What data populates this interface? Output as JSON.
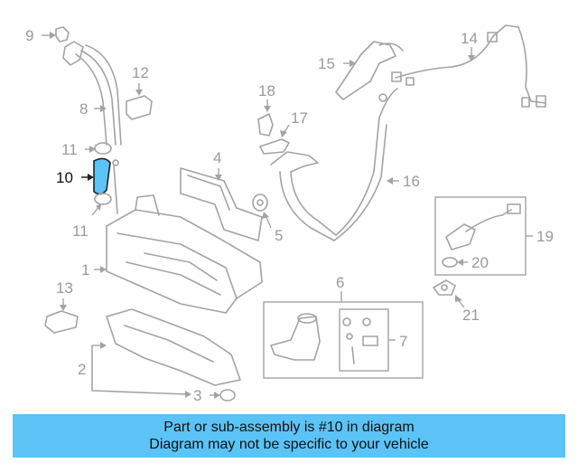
{
  "highlight_color": "#5bc3f5",
  "highlighted_part": "10",
  "callouts": [
    {
      "id": "c1",
      "label": "1"
    },
    {
      "id": "c2",
      "label": "2"
    },
    {
      "id": "c3",
      "label": "3"
    },
    {
      "id": "c4",
      "label": "4"
    },
    {
      "id": "c5",
      "label": "5"
    },
    {
      "id": "c6",
      "label": "6"
    },
    {
      "id": "c7",
      "label": "7"
    },
    {
      "id": "c8",
      "label": "8"
    },
    {
      "id": "c9",
      "label": "9"
    },
    {
      "id": "c10",
      "label": "10"
    },
    {
      "id": "c11a",
      "label": "11"
    },
    {
      "id": "c11b",
      "label": "11"
    },
    {
      "id": "c12",
      "label": "12"
    },
    {
      "id": "c13",
      "label": "13"
    },
    {
      "id": "c14",
      "label": "14"
    },
    {
      "id": "c15",
      "label": "15"
    },
    {
      "id": "c16",
      "label": "16"
    },
    {
      "id": "c17",
      "label": "17"
    },
    {
      "id": "c18",
      "label": "18"
    },
    {
      "id": "c19",
      "label": "19"
    },
    {
      "id": "c20",
      "label": "20"
    },
    {
      "id": "c21",
      "label": "21"
    }
  ],
  "banner": {
    "line1": "Part or sub-assembly is #10 in diagram",
    "line2": "Diagram may not be specific to your vehicle"
  }
}
